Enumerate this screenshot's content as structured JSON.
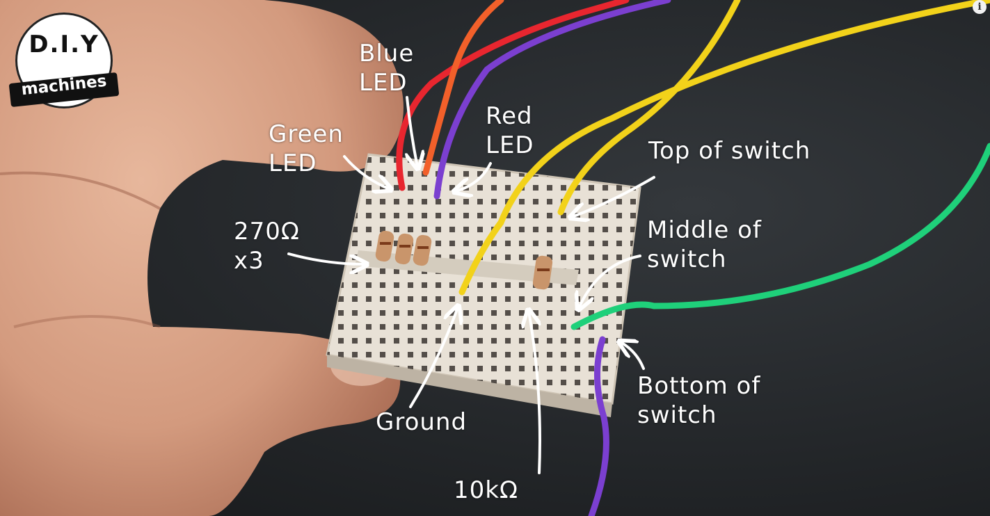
{
  "logo": {
    "top_text": "D.I.Y",
    "bottom_text": "machines"
  },
  "labels": {
    "blue_led": "Blue\nLED",
    "green_led": "Green\nLED",
    "red_led": "Red\nLED",
    "top_of_switch": "Top of switch",
    "resistors_270": "270Ω\nx3",
    "middle_of_switch": "Middle of\nswitch",
    "ground": "Ground",
    "bottom_of_switch": "Bottom of\nswitch",
    "resistor_10k": "10kΩ"
  },
  "info_icon": {
    "icon": "info-icon",
    "glyph": "i"
  },
  "colors": {
    "background": "#24272a",
    "breadboard": "#ece6dc",
    "wire_red": "#e8262f",
    "wire_orange": "#f2602a",
    "wire_purple": "#7b3fd0",
    "wire_yellow": "#f2d21a",
    "wire_green": "#1fd07a",
    "skin": "#d9a48a",
    "annotation": "#ffffff"
  }
}
